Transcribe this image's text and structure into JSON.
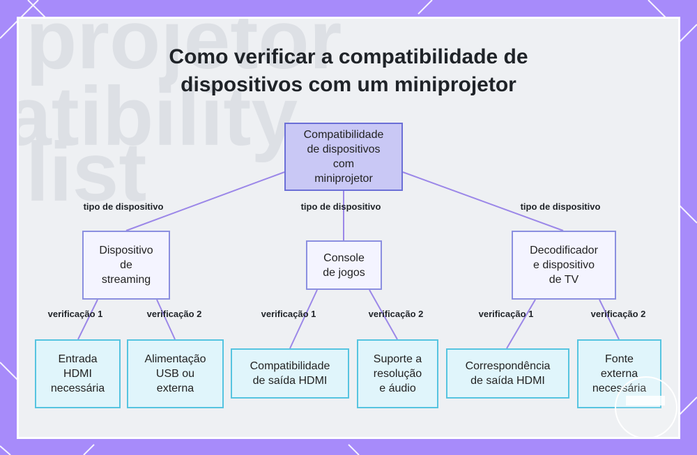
{
  "title_line1": "Como verificar a compatibilidade de",
  "title_line2": "dispositivos com um miniprojetor",
  "root": {
    "line1": "Compatibilidade",
    "line2": "de dispositivos",
    "line3": "com",
    "line4": "miniprojetor"
  },
  "branch_label": "tipo de dispositivo",
  "check1_label": "verificação 1",
  "check2_label": "verificação 2",
  "categories": [
    {
      "lines": [
        "Dispositivo",
        "de",
        "streaming"
      ],
      "leaf1": [
        "Entrada",
        "HDMI",
        "necessária"
      ],
      "leaf2": [
        "Alimentação",
        "USB ou",
        "externa"
      ]
    },
    {
      "lines": [
        "Console",
        "de jogos"
      ],
      "leaf1": [
        "Compatibilidade",
        "de saída HDMI"
      ],
      "leaf2": [
        "Suporte a",
        "resolução",
        "e áudio"
      ]
    },
    {
      "lines": [
        "Decodificador",
        "e dispositivo",
        "de TV"
      ],
      "leaf1": [
        "Correspondência",
        "de saída HDMI"
      ],
      "leaf2": [
        "Fonte",
        "externa",
        "necessária"
      ]
    }
  ],
  "colors": {
    "background": "#a78bfa",
    "root_fill": "#c9c8f5",
    "leaf_fill": "#e0f5fb",
    "edge": "#9b87e8"
  }
}
